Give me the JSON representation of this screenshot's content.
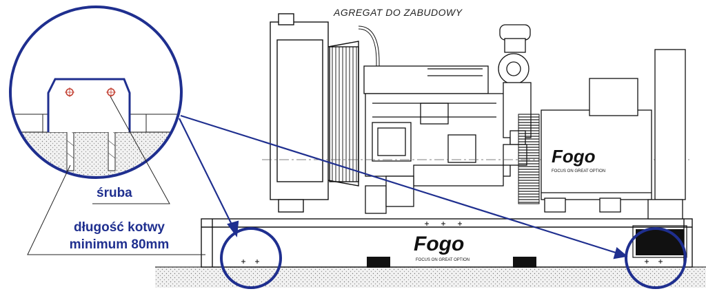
{
  "diagram": {
    "title": "AGREGAT DO ZABUDOWY",
    "callout_bolt": "śruba",
    "callout_anchor_line1": "długość kotwy",
    "callout_anchor_line2": "minimum 80mm",
    "brand_logo": "Fogo",
    "brand_tagline": "FOCUS ON GREAT OPTION",
    "colors": {
      "callout": "#1f2f8f",
      "line": "#111111",
      "bolt_hole": "#c0392b"
    }
  }
}
